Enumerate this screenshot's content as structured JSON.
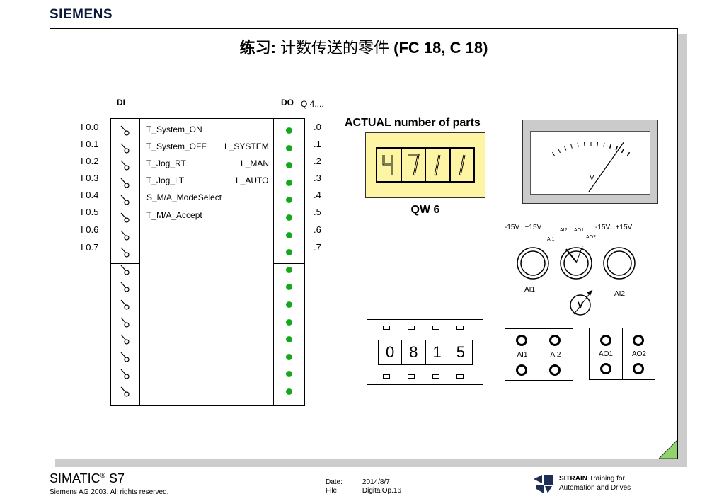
{
  "header": {
    "brand": "SIEMENS"
  },
  "slide": {
    "title_prefix": "练习:",
    "title_main": " 计数传送的零件 ",
    "title_code": "(FC 18, C 18)"
  },
  "plc": {
    "di_label": "DI",
    "do_label": "DO",
    "do_address": "Q 4....",
    "inputs": [
      "I 0.0",
      "I 0.1",
      "I 0.2",
      "I 0.3",
      "I 0.4",
      "I 0.5",
      "I 0.6",
      "I 0.7"
    ],
    "outputs": [
      ".0",
      ".1",
      ".2",
      ".3",
      ".4",
      ".5",
      ".6",
      ".7"
    ],
    "input_signals": [
      "T_System_ON",
      "T_System_OFF",
      "T_Jog_RT",
      "T_Jog_LT",
      "S_M/A_ModeSelect",
      "T_M/A_Accept"
    ],
    "output_signals": [
      "L_SYSTEM",
      "L_MAN",
      "L_AUTO"
    ]
  },
  "display": {
    "title": "ACTUAL number of parts",
    "digits": [
      "4",
      "7",
      "1",
      "1"
    ],
    "label": "QW 6",
    "bg_color": "#fdf4a4"
  },
  "meter": {
    "unit": "V"
  },
  "analog": {
    "range_left": "-15V...+15V",
    "range_right": "-15V...+15V",
    "selector_labels": [
      "AI2",
      "AO1",
      "AI1",
      "AO2"
    ],
    "knob_left": "AI1",
    "knob_right": "AI2",
    "voltmeter": "V"
  },
  "thumbwheel": {
    "digits": [
      "0",
      "8",
      "1",
      "5"
    ]
  },
  "terminals": {
    "left": [
      "AI1",
      "AI2"
    ],
    "right": [
      "AO1",
      "AO2"
    ]
  },
  "footer": {
    "product": "SIMATIC",
    "product_reg": "®",
    "product_suffix": " S7",
    "copyright": "Siemens AG 2003. All rights reserved.",
    "date_label": "Date:",
    "date_value": "2014/8/7",
    "file_label": "File:",
    "file_value": "DigitalOp.16",
    "sitrain_bold": "SITRAIN",
    "sitrain_line1": " Training for",
    "sitrain_line2": "Automation and Drives"
  },
  "colors": {
    "led": "#16a81a",
    "corner": "#8fd46a"
  }
}
